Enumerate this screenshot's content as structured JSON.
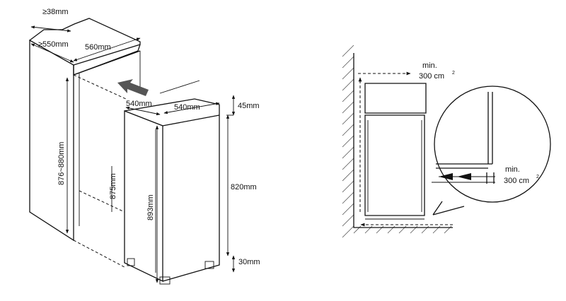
{
  "installation": {
    "dims": {
      "gap_top": "≥38mm",
      "niche_depth": "≥550mm",
      "niche_width": "560mm",
      "niche_height": "876~880mm",
      "door_height": "875mm",
      "appliance_width_a": "540mm",
      "appliance_width_b": "540mm",
      "top_offset": "45mm",
      "appliance_height": "893mm",
      "body_height": "820mm",
      "bottom_offset": "30mm"
    }
  },
  "ventilation": {
    "top_label": "min.",
    "top_value": "300 cm",
    "top_sup": "2",
    "bottom_label": "min.",
    "bottom_value": "300 cm",
    "bottom_sup": "2"
  },
  "colors": {
    "line": "#111111",
    "arrow": "#555555",
    "hatch": "#555555"
  }
}
